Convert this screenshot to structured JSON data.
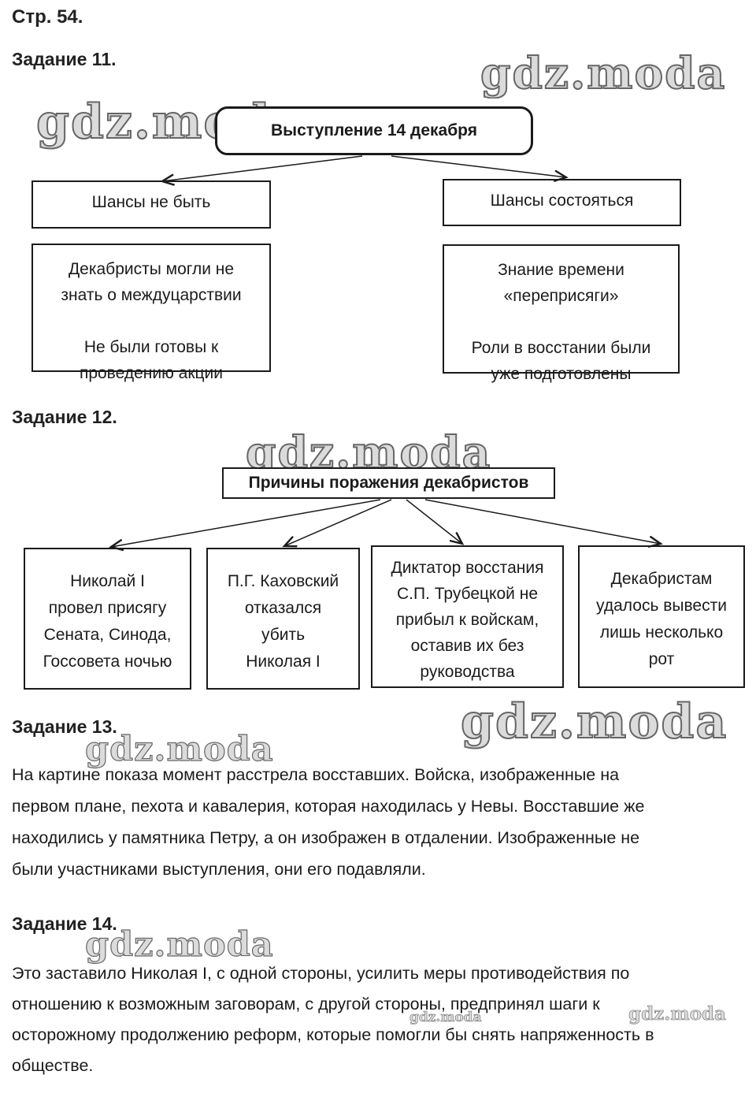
{
  "page": {
    "label": "Стр. 54."
  },
  "watermark": {
    "text": "gdz.moda"
  },
  "task11": {
    "heading": "Задание 11.",
    "root": "Выступление 14 декабря",
    "left_branch": {
      "title": "Шансы не быть",
      "detail": "Декабристы могли не\nзнать о междуцарствии\n\nНе были готовы к\nпроведению акции"
    },
    "right_branch": {
      "title": "Шансы состояться",
      "detail": "Знание времени\n«переприсяги»\n\nРоли в восстании были\nуже подготовлены"
    }
  },
  "task12": {
    "heading": "Задание 12.",
    "root": "Причины поражения декабристов",
    "causes": [
      "Николай I\nпровел присягу\nСената, Синода,\nГоссовета ночью",
      "П.Г. Каховский\nотказался\nубить\nНиколая I",
      "Диктатор восстания\nС.П. Трубецкой не\nприбыл к войскам,\nоставив их без\nруководства",
      "Декабристам\nудалось вывести\nлишь несколько\nрот"
    ]
  },
  "task13": {
    "heading": "Задание 13.",
    "answer": "На картине показа момент расстрела восставших. Войска, изображенные на\nпервом плане, пехота и кавалерия, которая находилась у Невы. Восставшие же\nнаходились у памятника Петру, а он изображен в отдалении. Изображенные не\nбыли участниками выступления, они его подавляли."
  },
  "task14": {
    "heading": "Задание 14.",
    "answer": "Это заставило Николая I, с одной стороны, усилить меры противодействия по\nотношению к возможным заговорам, с другой стороны, предпринял шаги к\nосторожному продолжению реформ, которые помогли бы снять напряженность в\nобществе."
  }
}
